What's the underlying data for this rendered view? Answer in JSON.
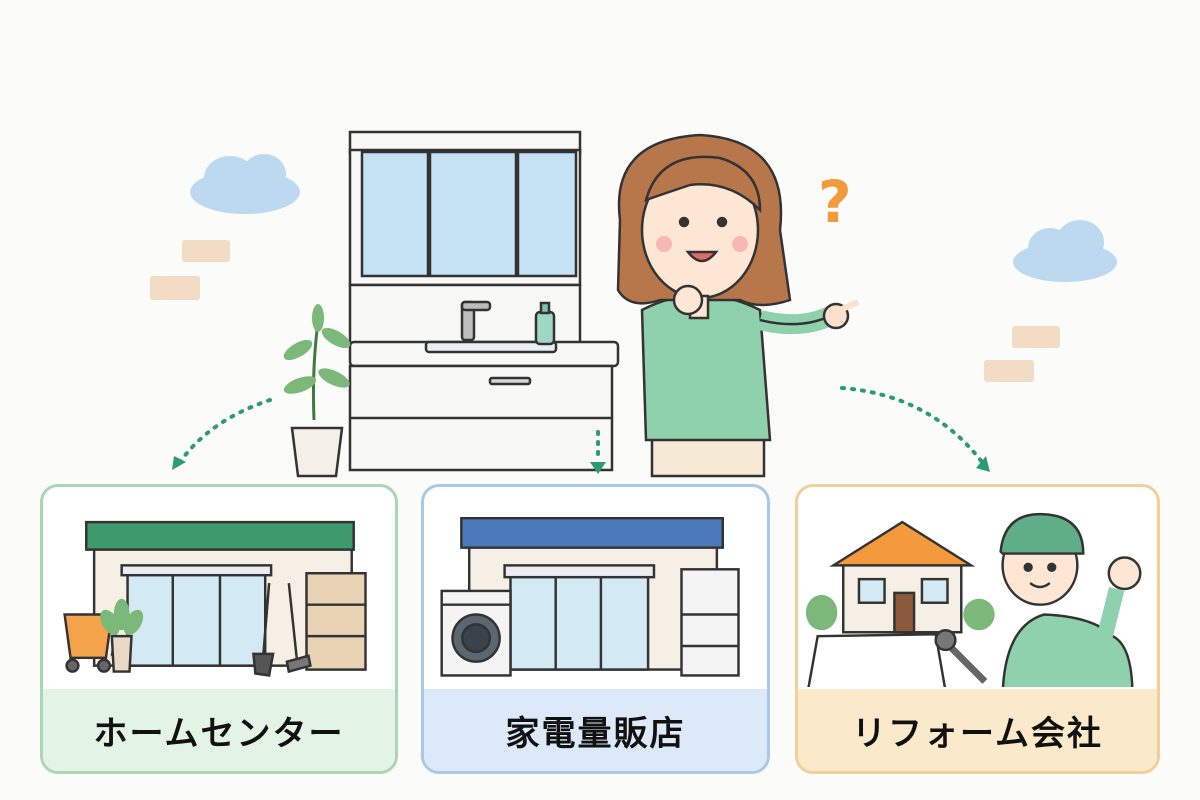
{
  "thought_mark": "?",
  "options": [
    {
      "id": "home",
      "label": "ホームセンター"
    },
    {
      "id": "elec",
      "label": "家電量販店"
    },
    {
      "id": "reform",
      "label": "リフォーム会社"
    }
  ],
  "colors": {
    "home": "#3f9a6b",
    "elec": "#4a78b8",
    "reform": "#f39a3c",
    "arrow": "#2b9b76",
    "sweater": "#8fd0ad",
    "hair": "#b8764b"
  }
}
